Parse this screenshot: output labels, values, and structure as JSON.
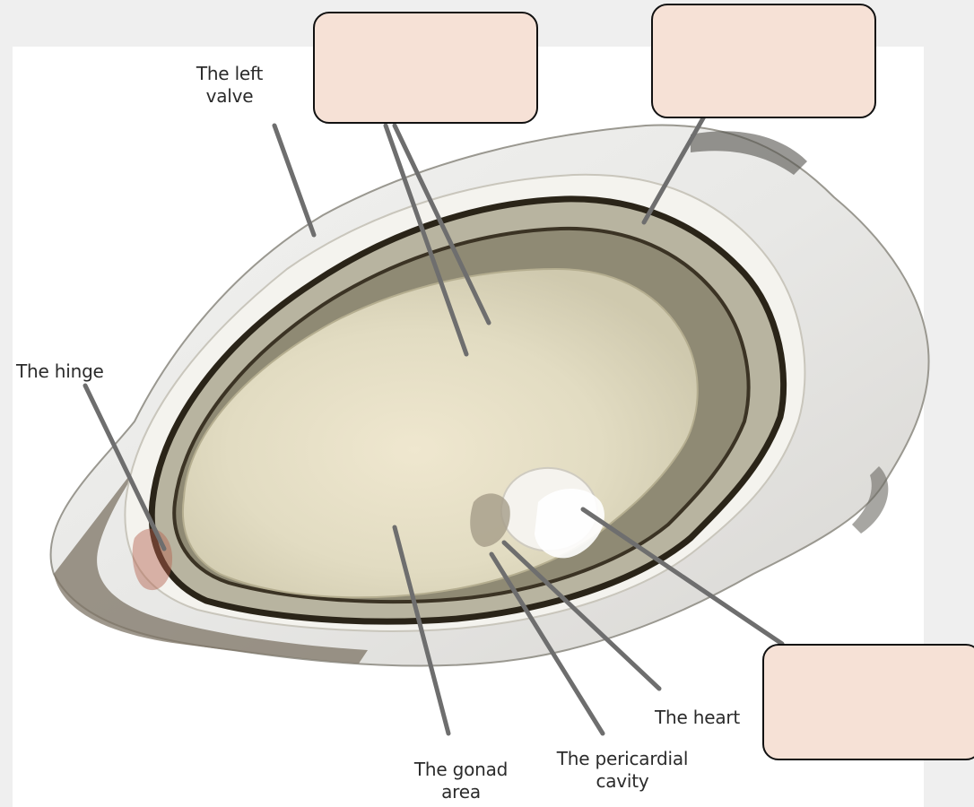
{
  "diagram": {
    "labels": {
      "left_valve": "The left\nvalve",
      "hinge": "The hinge",
      "gonad_area": "The gonad\narea",
      "pericardial_cavity": "The pericardial\ncavity",
      "heart": "The heart"
    },
    "answer_boxes": [
      "",
      "",
      ""
    ],
    "colors": {
      "box_fill": "#f6e1d6",
      "pointer": "#6e6e6e"
    }
  }
}
